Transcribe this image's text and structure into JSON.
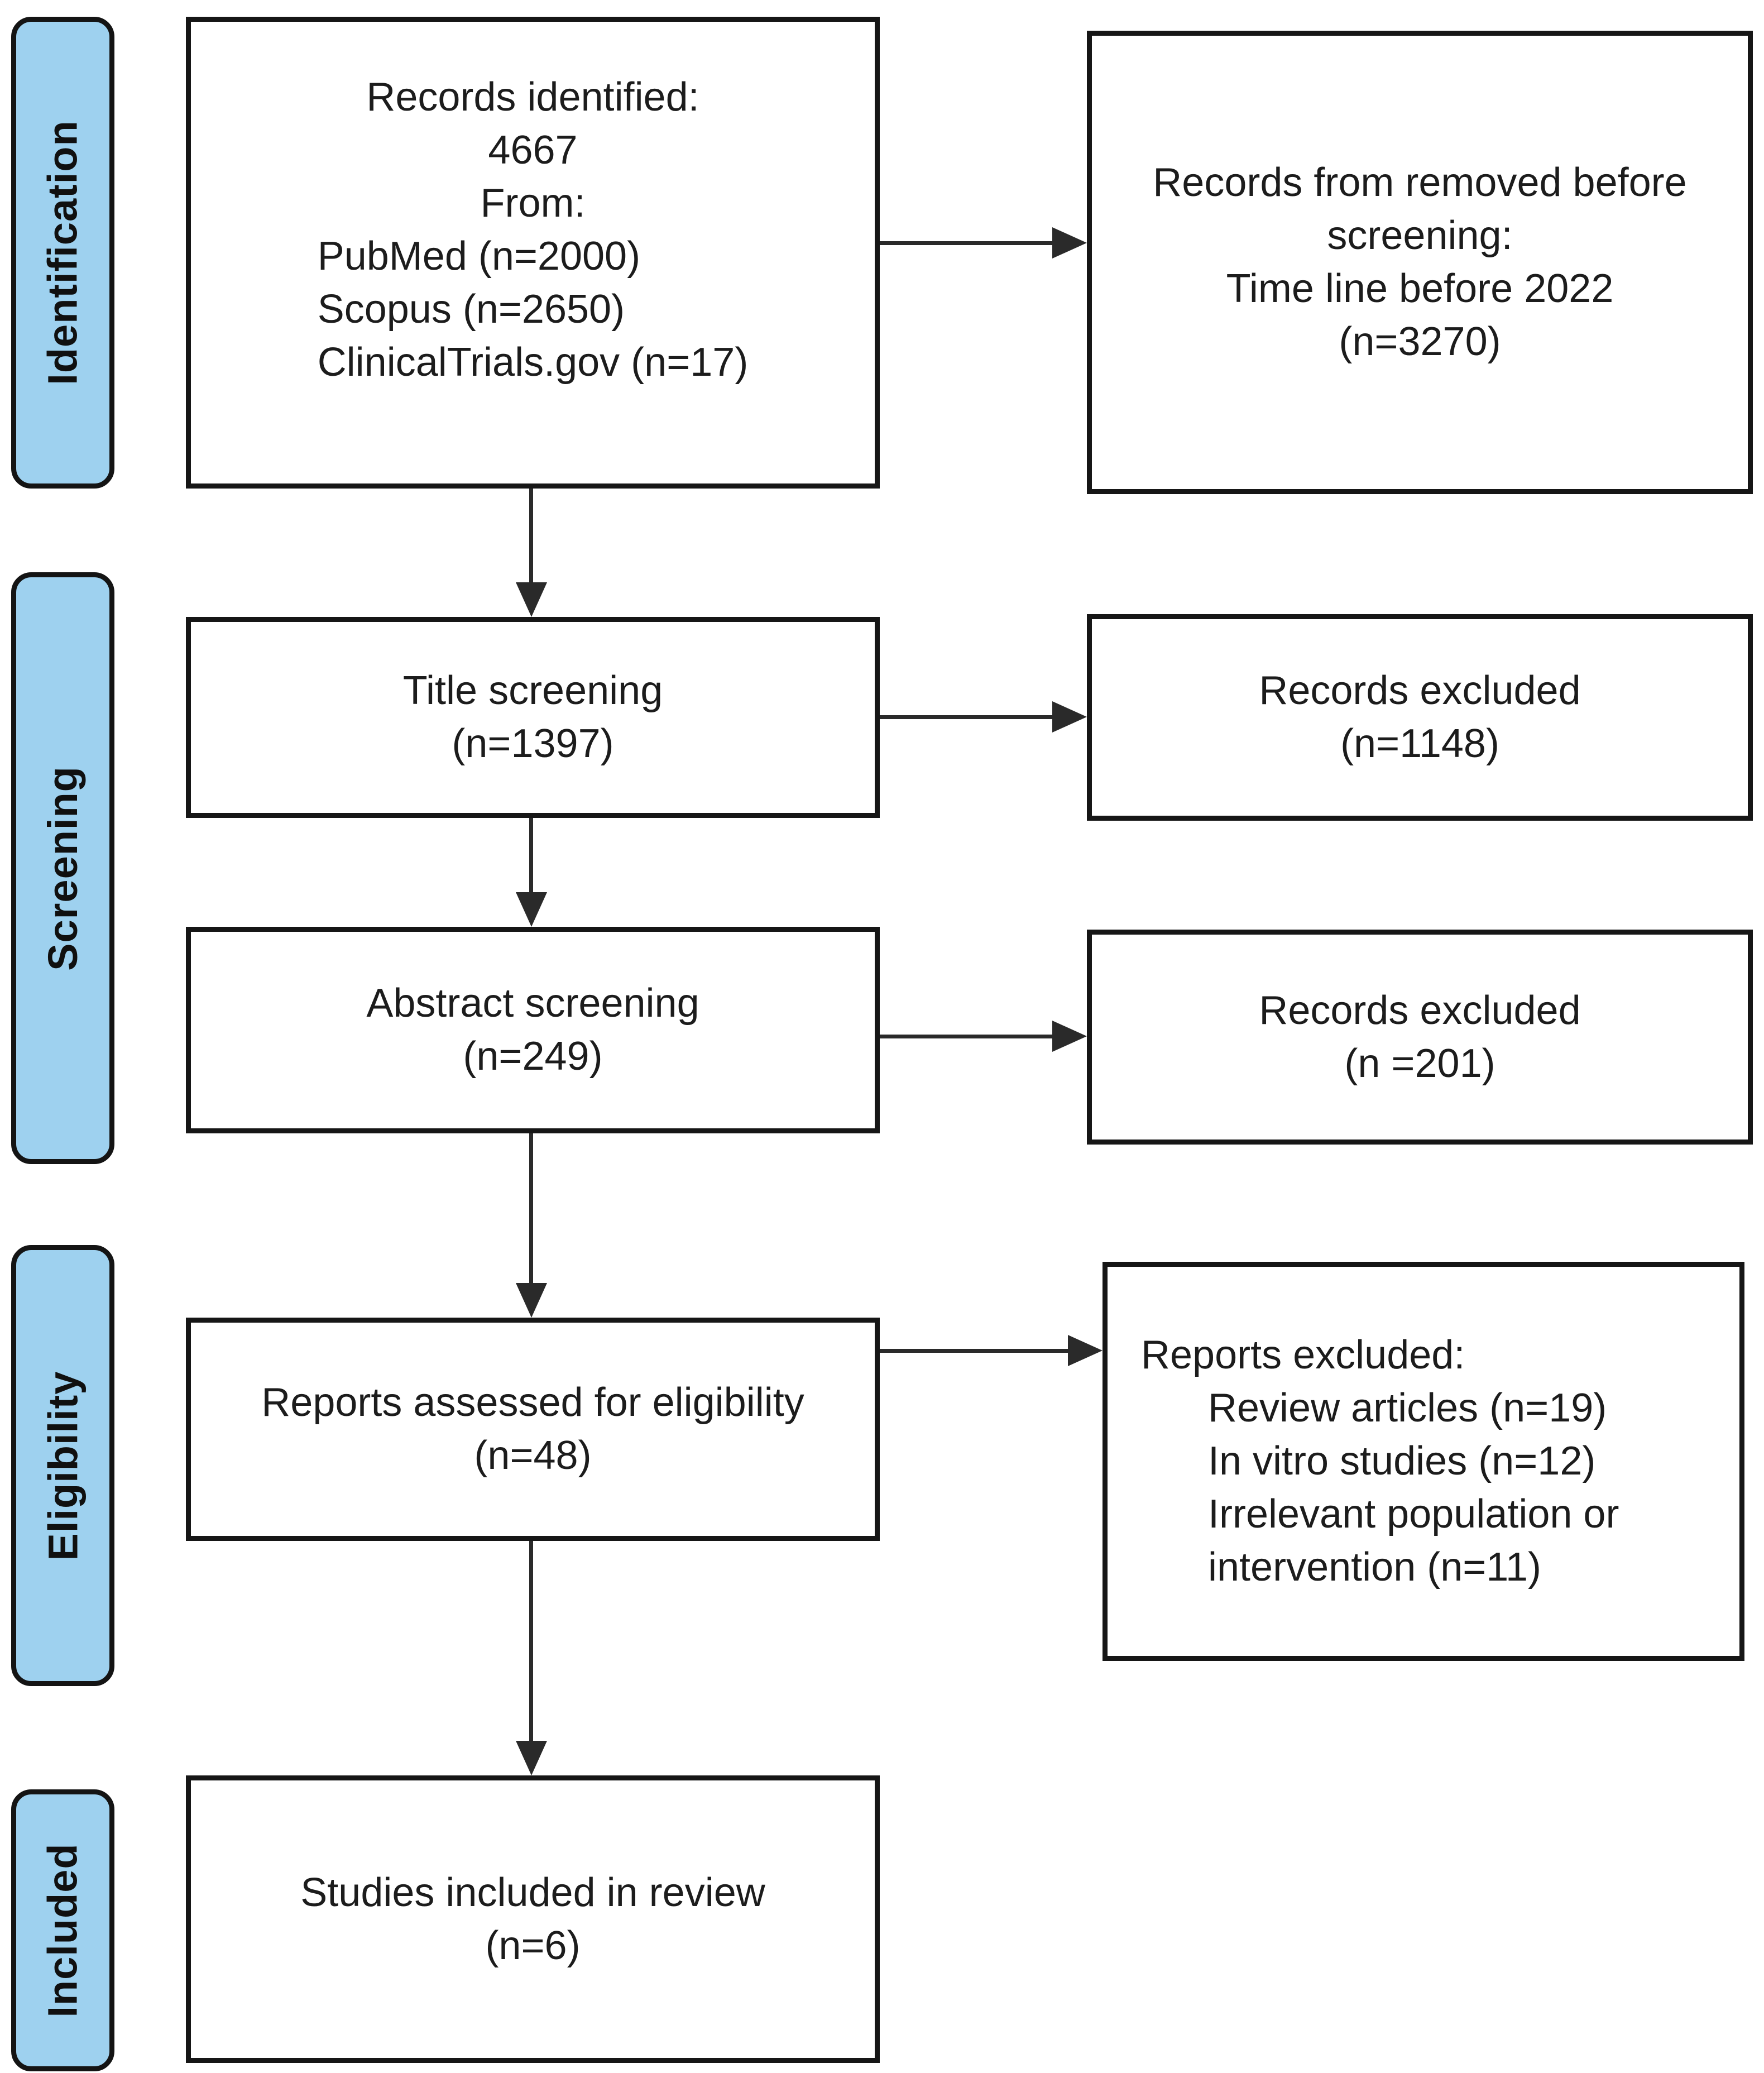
{
  "stages": {
    "identification": "Identification",
    "screening": "Screening",
    "eligibility": "Eligibility",
    "included": "Included"
  },
  "boxes": {
    "records_identified": {
      "line1": "Records identified:",
      "line2": "4667",
      "line3": "From:",
      "sources": [
        "PubMed (n=2000)",
        "Scopus (n=2650)",
        "ClinicalTrials.gov (n=17)"
      ]
    },
    "removed_before_screening": {
      "line1": "Records from removed before screening:",
      "line2": "Time line before 2022",
      "line3": "(n=3270)"
    },
    "title_screening": {
      "line1": "Title screening",
      "line2": "(n=1397)"
    },
    "records_excluded_title": {
      "line1": "Records excluded",
      "line2": "(n=1148)"
    },
    "abstract_screening": {
      "line1": "Abstract screening",
      "line2": "(n=249)"
    },
    "records_excluded_abstract": {
      "line1": "Records excluded",
      "line2": "(n =201)"
    },
    "reports_assessed": {
      "line1": "Reports assessed for eligibility",
      "line2": "(n=48)"
    },
    "reports_excluded": {
      "line1": "Reports excluded:",
      "reasons": [
        "Review articles (n=19)",
        "In vitro studies (n=12)",
        "Irrelevant population or intervention (n=11)"
      ]
    },
    "studies_included": {
      "line1": "Studies included in review",
      "line2": "(n=6)"
    }
  },
  "colors": {
    "stage_fill": "#9ED1EF",
    "box_border": "#161616",
    "arrow": "#2A2A2A"
  }
}
